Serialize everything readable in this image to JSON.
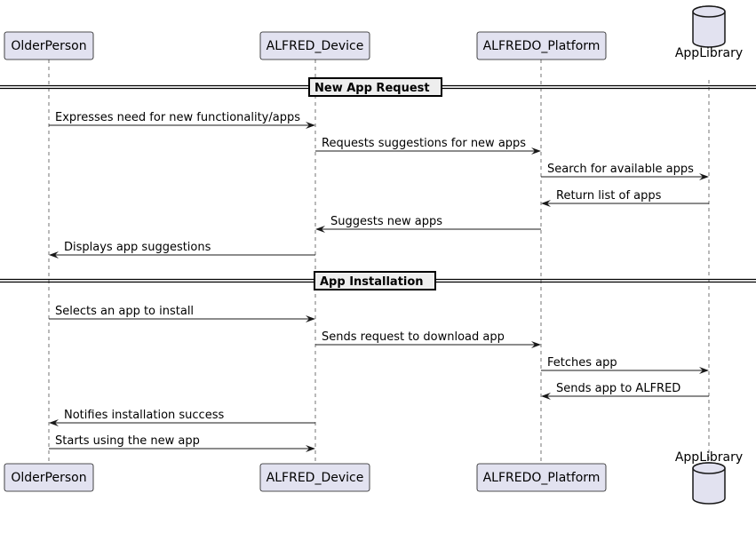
{
  "participants": [
    {
      "id": "older",
      "label": "OlderPerson",
      "kind": "box"
    },
    {
      "id": "device",
      "label": "ALFRED_Device",
      "kind": "box"
    },
    {
      "id": "platform",
      "label": "ALFREDO_Platform",
      "kind": "box"
    },
    {
      "id": "library",
      "label": "AppLibrary",
      "kind": "database"
    }
  ],
  "dividers": [
    {
      "label": "New App Request"
    },
    {
      "label": "App Installation"
    }
  ],
  "messages": [
    {
      "from": "older",
      "to": "device",
      "label": "Expresses need for new functionality/apps"
    },
    {
      "from": "device",
      "to": "platform",
      "label": "Requests suggestions for new apps"
    },
    {
      "from": "platform",
      "to": "library",
      "label": "Search for available apps"
    },
    {
      "from": "library",
      "to": "platform",
      "label": "Return list of apps"
    },
    {
      "from": "platform",
      "to": "device",
      "label": "Suggests new apps"
    },
    {
      "from": "device",
      "to": "older",
      "label": "Displays app suggestions"
    },
    {
      "from": "older",
      "to": "device",
      "label": "Selects an app to install"
    },
    {
      "from": "device",
      "to": "platform",
      "label": "Sends request to download app"
    },
    {
      "from": "platform",
      "to": "library",
      "label": "Fetches app"
    },
    {
      "from": "library",
      "to": "platform",
      "label": "Sends app to ALFRED"
    },
    {
      "from": "device",
      "to": "older",
      "label": "Notifies installation success"
    },
    {
      "from": "older",
      "to": "device",
      "label": "Starts using the new app"
    }
  ]
}
